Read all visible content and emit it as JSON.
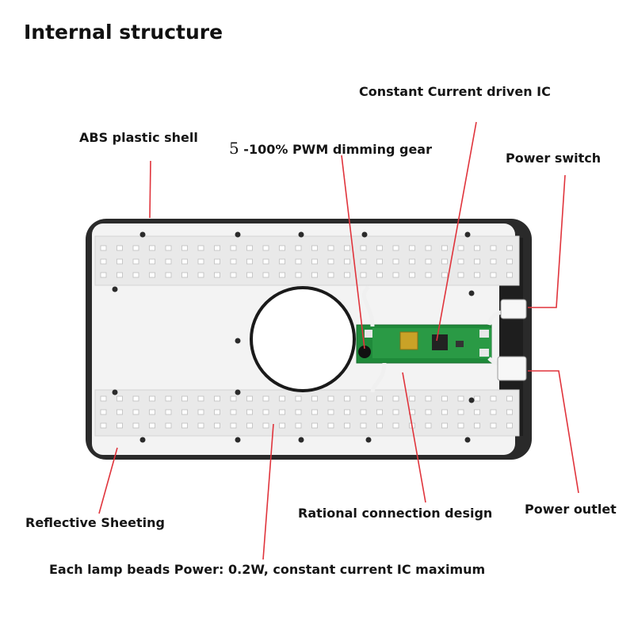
{
  "title": "Internal structure",
  "labels": {
    "abs_shell": "ABS plastic shell",
    "constant_current_ic": "Constant Current driven IC",
    "pwm_number": "5",
    "pwm_dimming": " -100% PWM dimming gear",
    "power_switch": "Power switch",
    "reflective_sheeting": "Reflective Sheeting",
    "rational_connection": "Rational connection design",
    "power_outlet": "Power outlet",
    "lamp_beads": "Each lamp beads Power: 0.2W, constant current IC maximum"
  },
  "colors": {
    "leader_line": "#e0343c",
    "housing": "#2a2a2a",
    "reflector": "#f4f4f4",
    "led_strip": "#ececec",
    "led": "#ffffff",
    "pcb": "#1f8a3a",
    "coil": "#c9a227"
  }
}
